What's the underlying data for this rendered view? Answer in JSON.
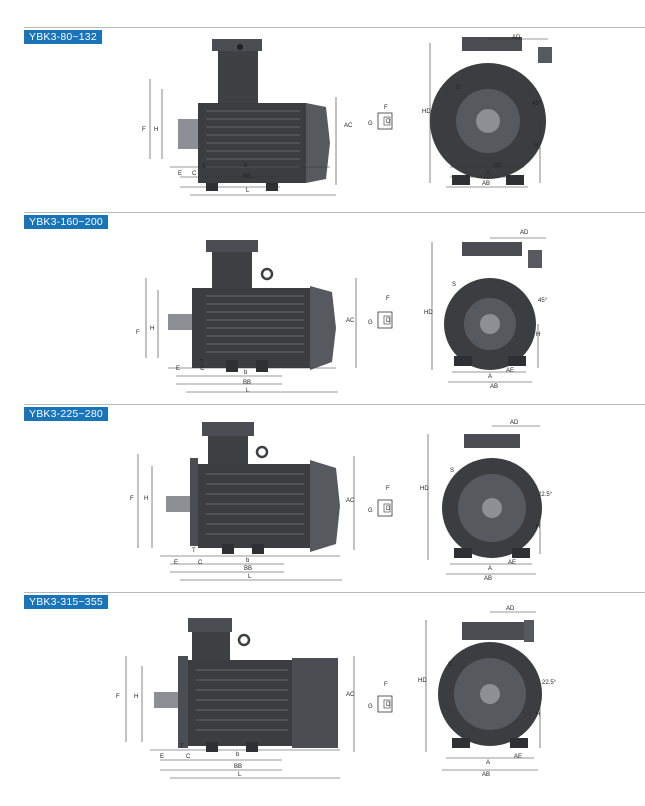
{
  "sections": [
    {
      "label": "YBK3-80~132"
    },
    {
      "label": "YBK3-160~200"
    },
    {
      "label": "YBK3-225~280"
    },
    {
      "label": "YBK3-315~355"
    }
  ],
  "dims": {
    "side": [
      "F",
      "H",
      "E",
      "C",
      "T",
      "b",
      "BB",
      "L",
      "AC"
    ],
    "shaft": [
      "G",
      "D",
      "F"
    ],
    "front": [
      "AD",
      "HD",
      "S",
      "A",
      "AE",
      "AB",
      "H",
      "K",
      "C"
    ],
    "angle_small": "45°",
    "angle_large": "22.5°"
  },
  "colors": {
    "label_bg": "#1a74b8",
    "motor_dark": "#3b3d40",
    "motor_mid": "#56595d",
    "line": "#333333"
  }
}
